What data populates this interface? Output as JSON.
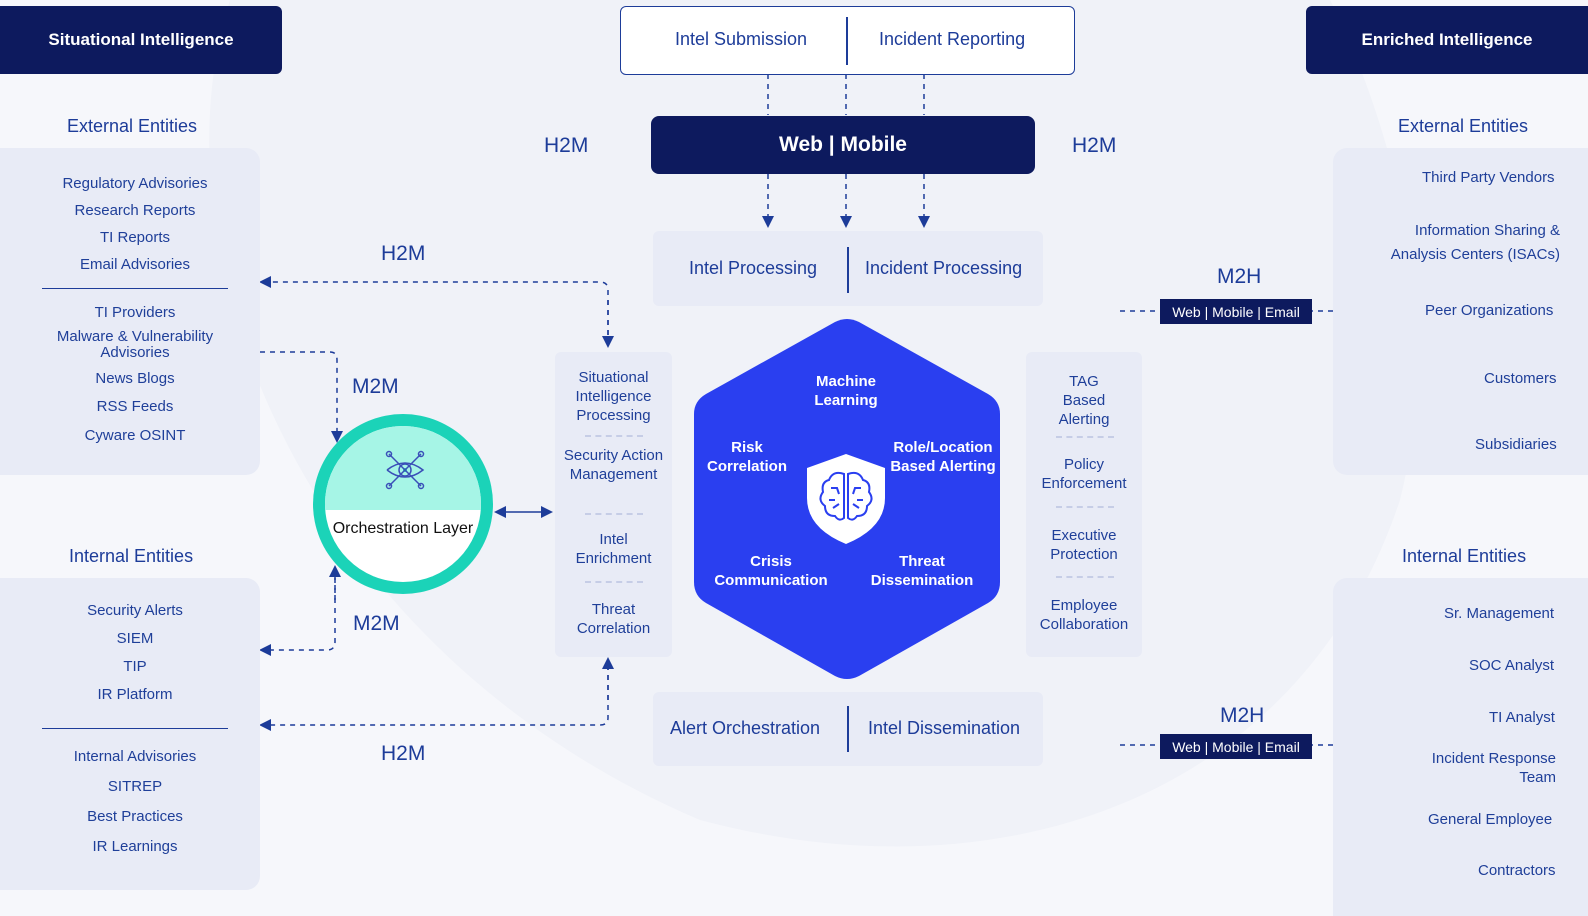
{
  "headers": {
    "situational": "Situational Intelligence",
    "enriched": "Enriched Intelligence"
  },
  "top_box": {
    "left": "Intel Submission",
    "right": "Incident Reporting"
  },
  "web_mobile": "Web | Mobile",
  "h2m_labels": [
    "H2M",
    "H2M",
    "H2M",
    "H2M"
  ],
  "m2m_labels": [
    "M2M",
    "M2M"
  ],
  "m2h_labels": [
    "M2H",
    "M2H"
  ],
  "processing": {
    "left": "Intel Processing",
    "right": "Incident Processing"
  },
  "dissemination": {
    "left": "Alert Orchestration",
    "right": "Intel Dissemination"
  },
  "orchestration": "Orchestration Layer",
  "left_external": {
    "title": "External Entities",
    "group1": [
      "Regulatory Advisories",
      "Research Reports",
      "TI Reports",
      "Email Advisories"
    ],
    "group2": [
      "TI Providers",
      "Malware & Vulnerability Advisories",
      "News Blogs",
      "RSS Feeds",
      "Cyware OSINT"
    ]
  },
  "left_internal": {
    "title": "Internal Entities",
    "group1": [
      "Security Alerts",
      "SIEM",
      "TIP",
      "IR Platform"
    ],
    "group2": [
      "Internal Advisories",
      "SITREP",
      "Best Practices",
      "IR Learnings"
    ]
  },
  "sip_stack": [
    "Situational Intelligence Processing",
    "Security Action Management",
    "Intel Enrichment",
    "Threat Correlation"
  ],
  "tag_stack": [
    "TAG Based Alerting",
    "Policy Enforcement",
    "Executive Protection",
    "Employee Collaboration"
  ],
  "hexagon": {
    "top": "Machine Learning",
    "left": "Risk Correlation",
    "right": "Role/Location Based Alerting",
    "bottom_left": "Crisis Communication",
    "bottom_right": "Threat Dissemination"
  },
  "badge": "Web | Mobile | Email",
  "right_external": {
    "title": "External Entities",
    "items": [
      "Third Party Vendors",
      "Information Sharing & Analysis Centers (ISACs)",
      "Peer Organizations",
      "Customers",
      "Subsidiaries"
    ]
  },
  "right_internal": {
    "title": "Internal Entities",
    "items": [
      "Sr. Management",
      "SOC Analyst",
      "TI Analyst",
      "Incident Response Team",
      "General Employee",
      "Contractors"
    ]
  },
  "colors": {
    "navy": "#0d1a5e",
    "hex_blue": "#2a3ff0",
    "teal": "#1bd3b8",
    "text_blue": "#1d3c99"
  },
  "icons": [
    "brain-shield-icon",
    "network-nodes-icon"
  ]
}
